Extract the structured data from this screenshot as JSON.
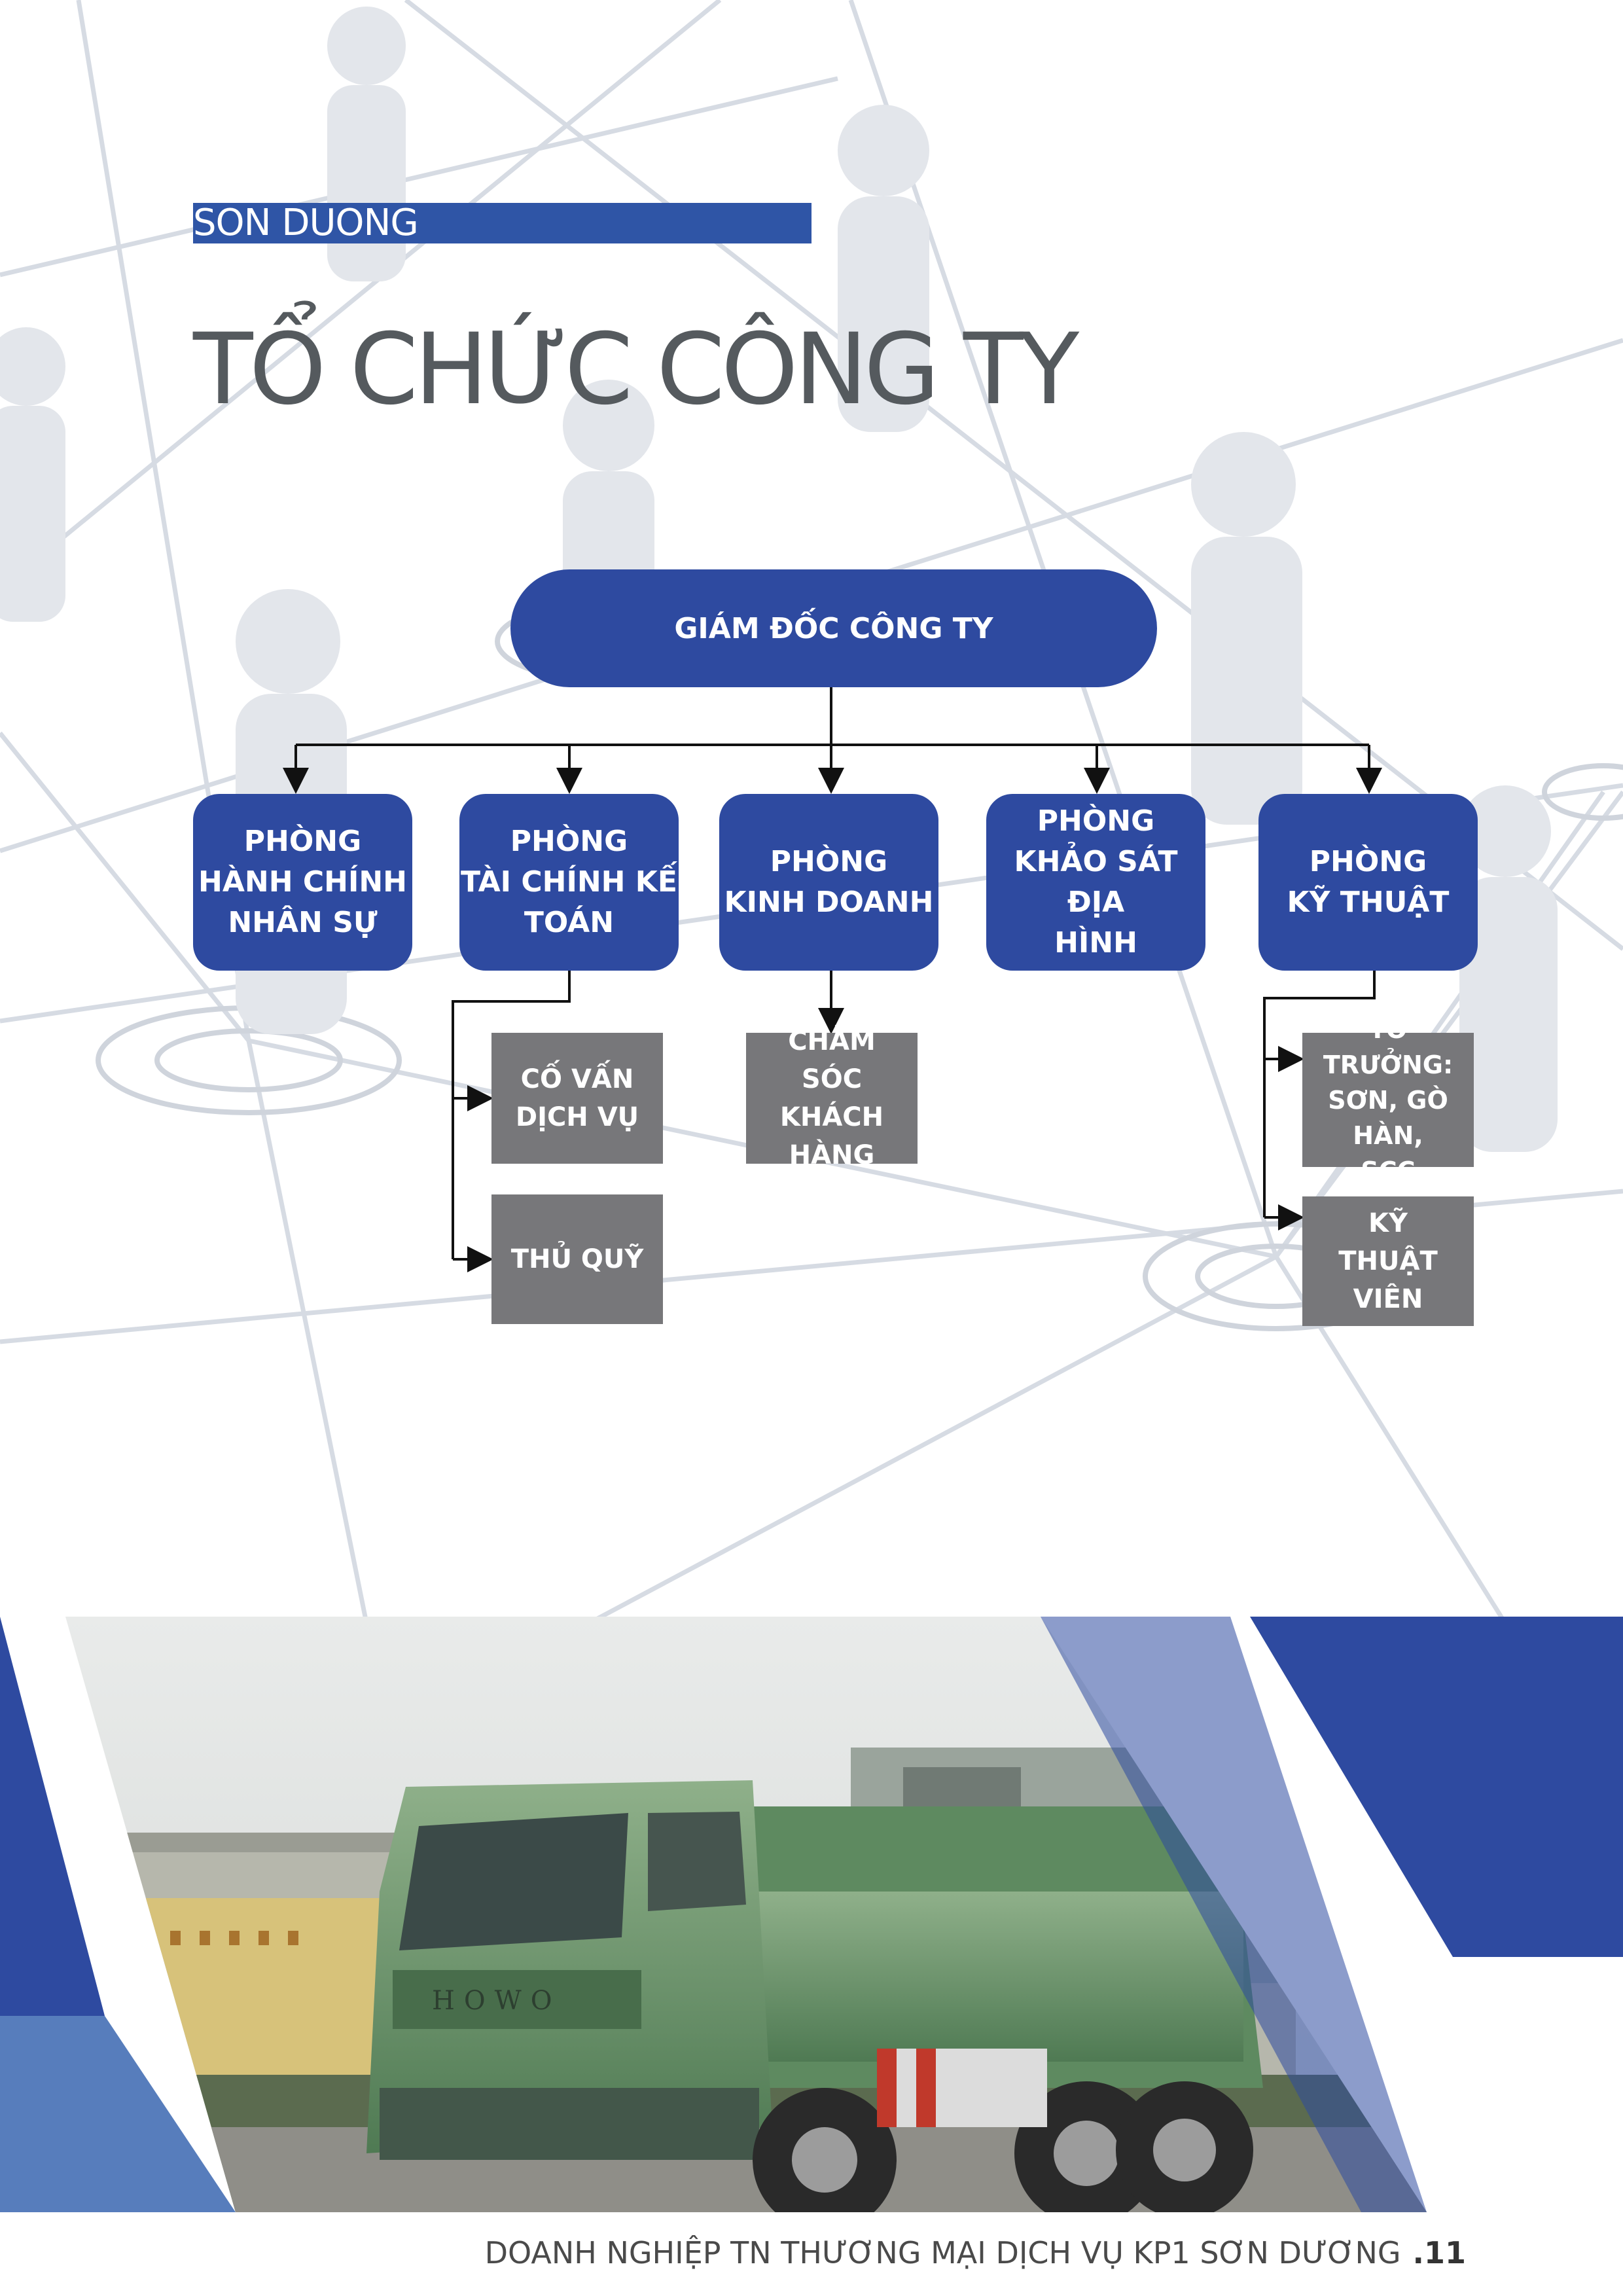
{
  "brand": {
    "section_label": "SON DUONG",
    "accent_color": "#2e4aa0",
    "box_gray": "#77777a"
  },
  "header": {
    "title": "TỔ CHỨC CÔNG TY"
  },
  "org_chart": {
    "director": "GIÁM ĐỐC CÔNG TY",
    "departments": [
      {
        "lines": [
          "PHÒNG",
          "HÀNH CHÍNH",
          "NHÂN SỰ"
        ]
      },
      {
        "lines": [
          "PHÒNG",
          "TÀI CHÍNH KẾ",
          "TOÁN"
        ]
      },
      {
        "lines": [
          "PHÒNG",
          "KINH DOANH"
        ]
      },
      {
        "lines": [
          "PHÒNG",
          "KHẢO SÁT ĐỊA",
          "HÌNH"
        ]
      },
      {
        "lines": [
          "PHÒNG",
          "KỸ THUẬT"
        ]
      }
    ],
    "finance_units": [
      {
        "lines": [
          "CỐ VẤN",
          "DỊCH VỤ"
        ]
      },
      {
        "lines": [
          "THỦ QUỸ"
        ]
      }
    ],
    "sales_units": [
      {
        "lines": [
          "CHĂM SÓC",
          "KHÁCH",
          "HÀNG"
        ]
      }
    ],
    "technical_units": [
      {
        "lines": [
          "TỔ TRƯỞNG:",
          "SƠN, GÒ HÀN,",
          "SCC"
        ]
      },
      {
        "lines": [
          "KỸ THUẬT",
          "VIÊN"
        ]
      }
    ]
  },
  "photo": {
    "truck_brand": "HOWO"
  },
  "footer": {
    "text": "DOANH NGHIỆP TN THƯƠNG MẠI DỊCH VỤ KP1 SƠN DƯƠNG",
    "page_number": ".11"
  }
}
